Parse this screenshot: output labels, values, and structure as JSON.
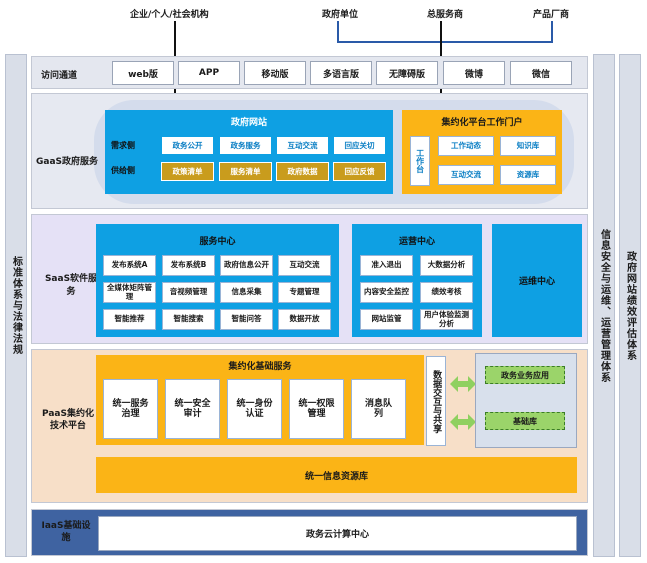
{
  "top": {
    "enterprise": "企业/个人/社会机构",
    "gov_unit": "政府单位",
    "integrator": "总服务商",
    "vendor": "产品厂商"
  },
  "side": {
    "left": "标准体系与法律法规",
    "right_inner": "信息安全与运维、运营管理体系",
    "right_outer": "政府网站绩效评估体系"
  },
  "access": {
    "label": "访问通道",
    "channels": [
      "web版",
      "APP",
      "移动版",
      "多语言版",
      "无障碍版",
      "微博",
      "微信"
    ]
  },
  "gaas": {
    "label": "GaaS政府服务",
    "portal_title": "政府网站",
    "demand_label": "需求侧",
    "supply_label": "供给侧",
    "demand_items": [
      "政务公开",
      "政务服务",
      "互动交流",
      "回应关切"
    ],
    "supply_items": [
      "政策清单",
      "服务清单",
      "政府数据",
      "回应反馈"
    ],
    "platform_title": "集约化平台工作门户",
    "workbench": "工作台",
    "platform_items": [
      "工作动态",
      "知识库",
      "互动交流",
      "资源库"
    ]
  },
  "saas": {
    "label": "SaaS软件服务",
    "service_title": "服务中心",
    "service_items": [
      "发布系统A",
      "发布系统B",
      "政府信息公开",
      "互动交流",
      "全媒体矩阵管理",
      "音视频管理",
      "信息采集",
      "专题管理",
      "智能推荐",
      "智能搜索",
      "智能问答",
      "数据开放"
    ],
    "ops_title": "运营中心",
    "ops_items": [
      "准入退出",
      "大数据分析",
      "内容安全监控",
      "绩效考核",
      "网站监管",
      "用户体验监测分析"
    ],
    "maint_title": "运维中心"
  },
  "paas": {
    "label": "PaaS集约化技术平台",
    "base_title": "集约化基础服务",
    "base_items": [
      "统一服务治理",
      "统一安全审计",
      "统一身份认证",
      "统一权限管理",
      "消息队列"
    ],
    "exchange": "数据交互与共享",
    "gov_app": "政务业务应用",
    "base_lib": "基础库",
    "resource_lib": "统一信息资源库"
  },
  "iaas": {
    "label": "IaaS基础设施",
    "cloud": "政务云计算中心"
  }
}
